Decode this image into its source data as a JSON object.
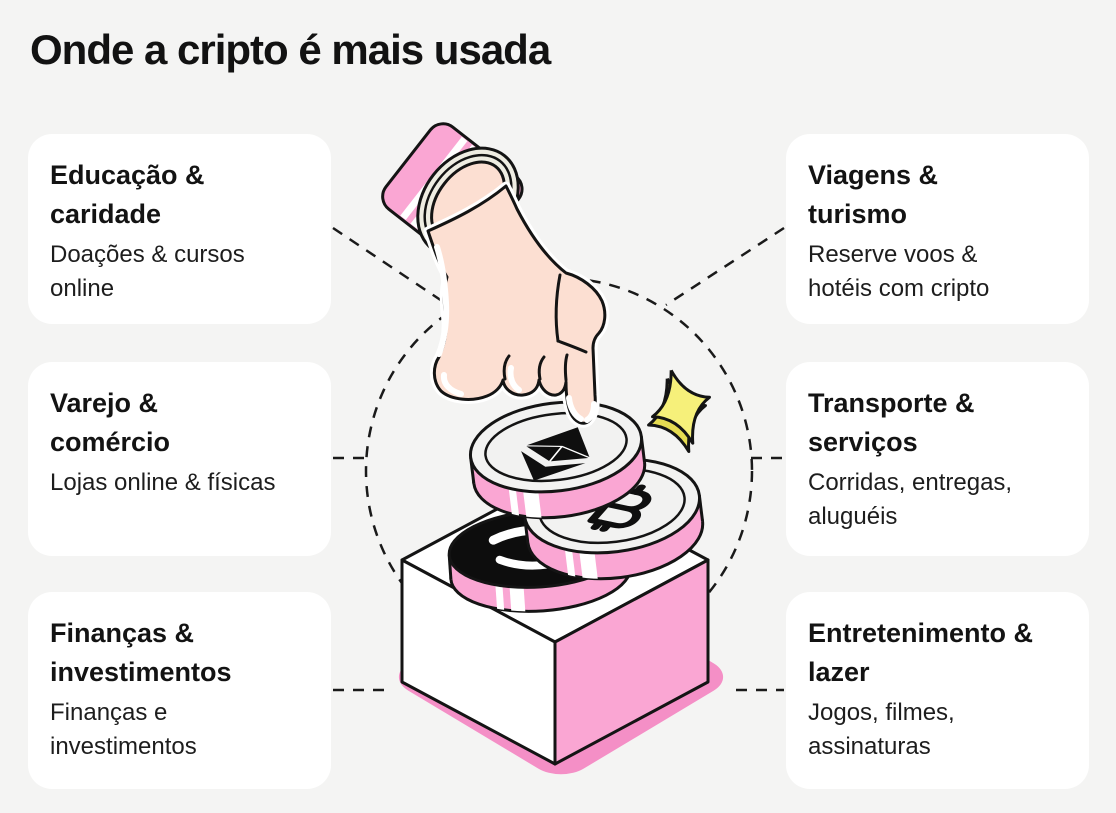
{
  "title": "Onde a cripto é mais usada",
  "cards": {
    "left": [
      {
        "heading": "Educação & caridade",
        "body": "Doações & cursos online"
      },
      {
        "heading": "Varejo & comércio",
        "body": "Lojas online & físicas"
      },
      {
        "heading": "Finanças & investimentos",
        "body": "Finanças e investimentos"
      }
    ],
    "right": [
      {
        "heading": "Viagens & turismo",
        "body": "Reserve voos & hotéis com cripto"
      },
      {
        "heading": "Transporte & serviços",
        "body": "Corridas, entregas, aluguéis"
      },
      {
        "heading": "Entretenimento & lazer",
        "body": "Jogos, filmes, assinaturas"
      }
    ]
  },
  "illustration": {
    "icons": [
      "pointing-hand",
      "ethereum-coin",
      "bitcoin-coin",
      "dark-coin",
      "crypto-box",
      "sparkle",
      "dashed-circle",
      "connector-lines"
    ]
  },
  "colors": {
    "background": "#f4f4f3",
    "card": "#ffffff",
    "heading_text": "#131313",
    "body_text": "#1d1d1d",
    "pink": "#faa6d3",
    "pink_shadow": "#f48fc6",
    "skin": "#fcdfd2",
    "bracelet_cream": "#efede2",
    "sparkle_yellow": "#f6f07a",
    "sparkle_edge": "#e6dc52",
    "outline": "#141414"
  }
}
